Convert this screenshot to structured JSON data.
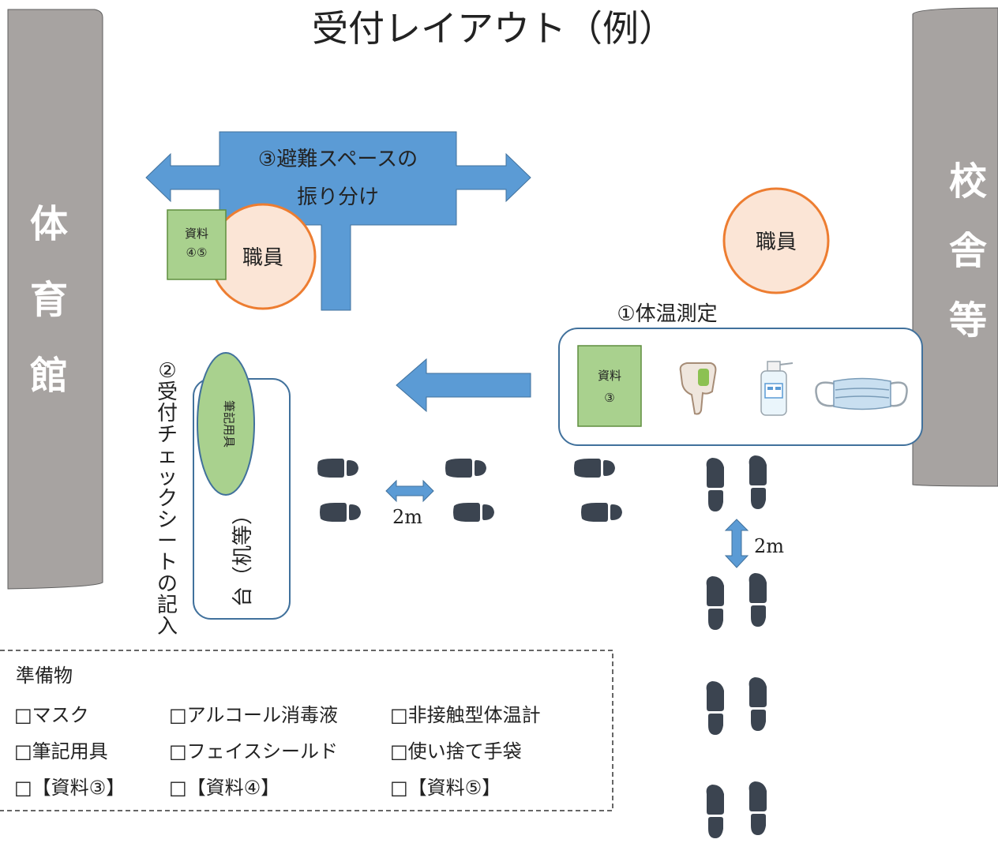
{
  "title": "受付レイアウト（例）",
  "buildings": {
    "left": "体育館",
    "right": "校舎等"
  },
  "stations": {
    "sorting_label_line1": "③避難スペースの",
    "sorting_label_line2": "振り分け",
    "staff_left": "職員",
    "staff_right": "職員",
    "doc_45_line1": "資料",
    "doc_45_line2": "④⑤",
    "temperature_label": "①体温測定",
    "doc_3_line1": "資料",
    "doc_3_line2": "③",
    "writing_tools": "筆記用具",
    "reception_vertical": "②受付チェックシートの記入",
    "desk_label": "台（机等）"
  },
  "distances": {
    "horizontal": "2m",
    "vertical": "2m"
  },
  "preparation": {
    "heading": "準備物",
    "items": [
      "□マスク",
      "□アルコール消毒液",
      "□非接触型体温計",
      "□筆記用具",
      "□フェイスシールド",
      "□使い捨て手袋",
      "□【資料③】",
      "□【資料④】",
      "□【資料⑤】"
    ]
  },
  "colors": {
    "building": "#a7a3a1",
    "arrow": "#5b9bd5",
    "staff_fill": "#fbe5d6",
    "staff_stroke": "#ed7d31",
    "document": "#a9d18e",
    "footprint": "#3b4450"
  }
}
